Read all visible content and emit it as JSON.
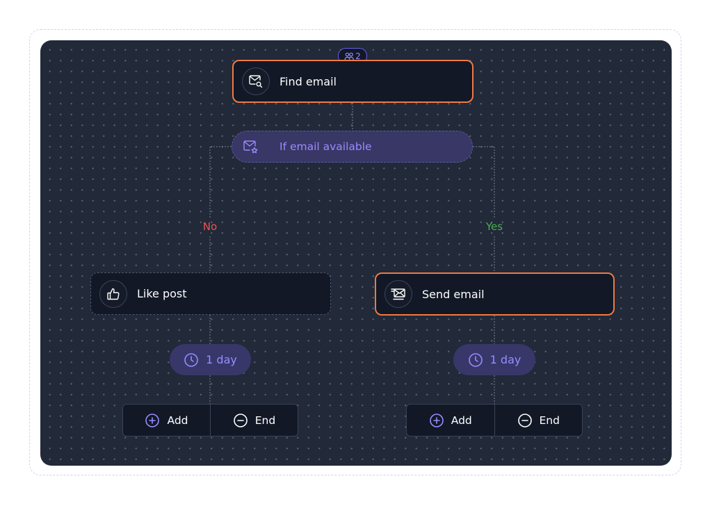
{
  "workflow": {
    "start_badge": {
      "icon": "users-icon",
      "count": "2"
    },
    "find_email": {
      "label": "Find email",
      "icon": "envelope-search-icon"
    },
    "condition": {
      "label": "If email available",
      "icon": "envelope-star-icon"
    },
    "branch_no": {
      "label": "No"
    },
    "branch_yes": {
      "label": "Yes"
    },
    "like_post": {
      "label": "Like post",
      "icon": "thumbs-up-icon"
    },
    "send_email": {
      "label": "Send email",
      "icon": "envelope-send-icon"
    },
    "left_delay": {
      "label": "1 day",
      "icon": "clock-icon"
    },
    "right_delay": {
      "label": "1 day",
      "icon": "clock-icon"
    },
    "left_actions": {
      "add_label": "Add",
      "end_label": "End"
    },
    "right_actions": {
      "add_label": "Add",
      "end_label": "End"
    }
  },
  "colors": {
    "canvas": "#222938",
    "node": "#121826",
    "selected_border": "#f07a44",
    "accent": "#9b8bff",
    "no": "#ef5350",
    "yes": "#4caf50"
  }
}
